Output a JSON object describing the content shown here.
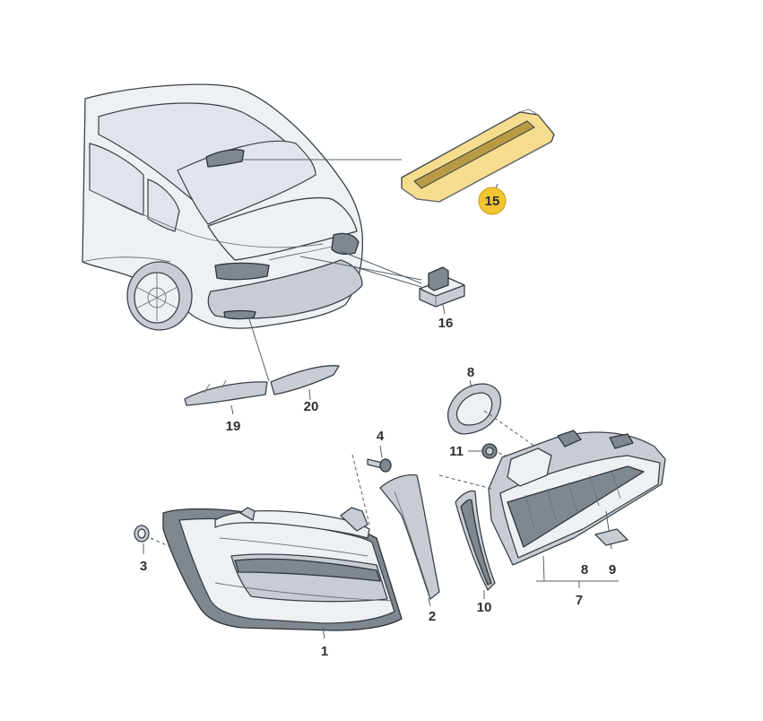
{
  "callouts": {
    "p1": "1",
    "p2": "2",
    "p3": "3",
    "p4": "4",
    "p7": "7",
    "p8_top": "8",
    "p8_bottom": "8",
    "p9": "9",
    "p10": "10",
    "p11": "11",
    "p15": "15",
    "p16": "16",
    "p19": "19",
    "p20": "20"
  },
  "colors": {
    "highlight_badge": "#f2c431",
    "highlight_part": "#f6dc8e"
  }
}
